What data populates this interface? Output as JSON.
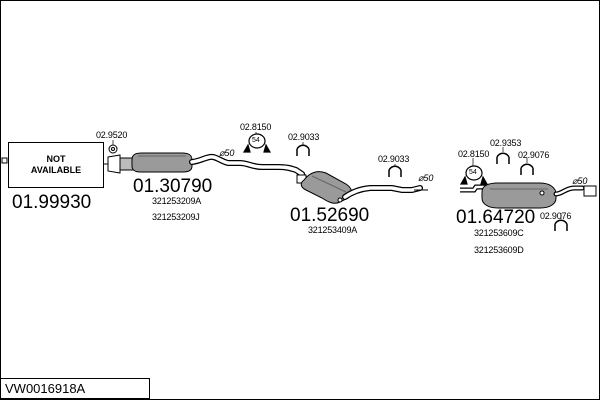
{
  "diagram": {
    "code": "VW0016918A",
    "na_box": {
      "line1": "NOT",
      "line2": "AVAILABLE"
    },
    "assemblies": [
      {
        "part": "01.99930"
      },
      {
        "part": "01.30790",
        "refs": [
          "321253209A",
          "321253209J"
        ]
      },
      {
        "part": "01.52690",
        "refs": [
          "321253409A"
        ]
      },
      {
        "part": "01.64720",
        "refs": [
          "321253609C",
          "321253609D"
        ]
      }
    ],
    "fittings": [
      "02.9520",
      "02.8150",
      "02.9033",
      "02.9033",
      "02.8150",
      "02.9353",
      "02.9076",
      "02.9076"
    ],
    "pipe_diameters": [
      "⌀50",
      "⌀50",
      "⌀50"
    ],
    "clamp_marks": [
      "54",
      "54"
    ]
  }
}
